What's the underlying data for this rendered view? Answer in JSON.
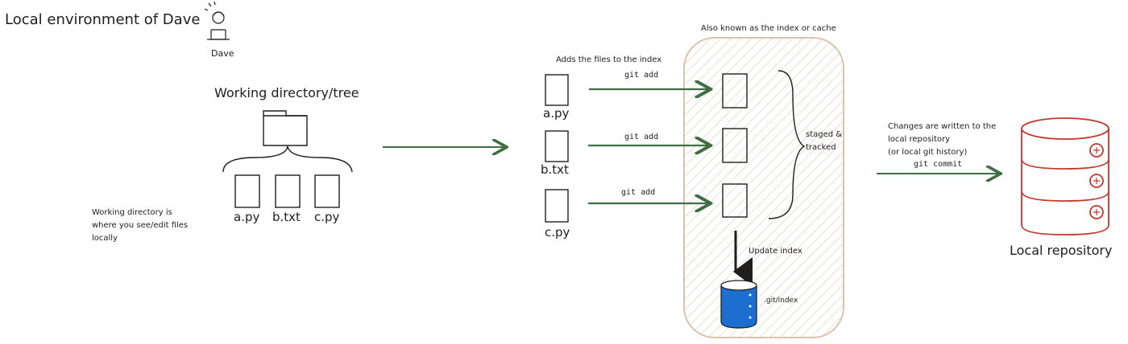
{
  "header": {
    "title": "Local environment of Dave",
    "avatar_label": "Dave"
  },
  "working_dir": {
    "title": "Working directory/tree",
    "files": [
      "a.py",
      "b.txt",
      "c.py"
    ],
    "note_lines": [
      "Working directory is",
      "where you see/edit files",
      "locally"
    ]
  },
  "staging": {
    "top_label": "Also known as the index or cache",
    "adds_label": "Adds the files to the index",
    "files": [
      "a.py",
      "b.txt",
      "c.py"
    ],
    "git_add_labels": [
      "git add",
      "git add",
      "git add"
    ],
    "brace_label_lines": [
      "staged &",
      "tracked"
    ],
    "update_label": "Update index",
    "index_label": ".git/index"
  },
  "commit": {
    "note_lines": [
      "Changes are written to the",
      "local repository",
      "(or local git history)"
    ],
    "command": "git commit"
  },
  "repo": {
    "label": "Local repository"
  },
  "colors": {
    "arrow": "#3f6e45",
    "repo": "#c0392b",
    "index_db": "#1c6fcf",
    "hatch": "#e3cfbb",
    "ink": "#1e1e1e"
  }
}
